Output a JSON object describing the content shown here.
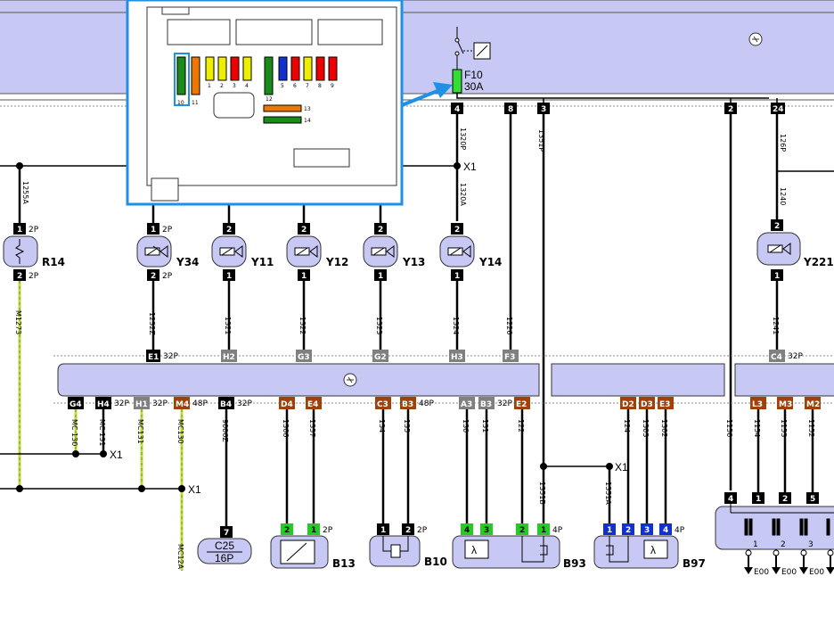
{
  "fuse": {
    "name": "F10",
    "rating": "30A"
  },
  "inset": {
    "fuse_numbers": [
      "10",
      "11",
      "1",
      "2",
      "3",
      "4",
      "12",
      "5",
      "6",
      "7",
      "8",
      "9"
    ],
    "relay_numbers": [
      "13",
      "14"
    ]
  },
  "top_pins": [
    "4",
    "8",
    "3",
    "2",
    "24"
  ],
  "wires_top": {
    "w1320p": "1320P",
    "w1320a": "1320A",
    "w1351p": "1351P",
    "w126p": "126P",
    "w1240": "1240",
    "w1255a": "1255A"
  },
  "splices": {
    "x1": "X1"
  },
  "components": {
    "r14": {
      "name": "R14",
      "pin_top": "1",
      "pin_bottom": "2",
      "conn": "2P"
    },
    "y34": {
      "name": "Y34",
      "pin_top": "1",
      "pin_bottom": "2",
      "conn": "2P"
    },
    "y11": {
      "name": "Y11",
      "pin_top": "2",
      "pin_bottom": "1"
    },
    "y12": {
      "name": "Y12",
      "pin_top": "2",
      "pin_bottom": "1"
    },
    "y13": {
      "name": "Y13",
      "pin_top": "2",
      "pin_bottom": "1"
    },
    "y14": {
      "name": "Y14",
      "pin_top": "2",
      "pin_bottom": "1"
    },
    "y221": {
      "name": "Y221",
      "pin_top": "2",
      "pin_bottom": "1"
    }
  },
  "mid_wires": {
    "m1273": "M1273",
    "w1232z": "1232Z",
    "w1321": "1321",
    "w1322": "1322",
    "w1323": "1323",
    "w1324": "1324",
    "w1226": "1226",
    "w1241": "1241"
  },
  "ecu_upper_pins": [
    {
      "pin": "E1",
      "color": "#000000",
      "conn": "32P"
    },
    {
      "pin": "H2",
      "color": "#808080"
    },
    {
      "pin": "G3",
      "color": "#808080"
    },
    {
      "pin": "G2",
      "color": "#808080"
    },
    {
      "pin": "H3",
      "color": "#808080"
    },
    {
      "pin": "F3",
      "color": "#808080"
    },
    {
      "pin": "C4",
      "color": "#808080",
      "conn": "32P"
    }
  ],
  "ecu_lower_pins": [
    {
      "pin": "G4",
      "color": "#000000"
    },
    {
      "pin": "H4",
      "color": "#000000",
      "conn": "32P"
    },
    {
      "pin": "H1",
      "color": "#808080",
      "conn": "32P"
    },
    {
      "pin": "M4",
      "color": "#a0400a",
      "conn": "48P"
    },
    {
      "pin": "B4",
      "color": "#000000",
      "conn": "32P"
    },
    {
      "pin": "D4",
      "color": "#a0400a"
    },
    {
      "pin": "E4",
      "color": "#a0400a"
    },
    {
      "pin": "C3",
      "color": "#a0400a"
    },
    {
      "pin": "B3",
      "color": "#a0400a",
      "conn": "48P"
    },
    {
      "pin": "A3",
      "color": "#808080"
    },
    {
      "pin": "B3",
      "color": "#808080",
      "conn": "32P"
    },
    {
      "pin": "E2",
      "color": "#a0400a"
    },
    {
      "pin": "D2",
      "color": "#a0400a"
    },
    {
      "pin": "D3",
      "color": "#a0400a"
    },
    {
      "pin": "E3",
      "color": "#a0400a"
    },
    {
      "pin": "L3",
      "color": "#a0400a"
    },
    {
      "pin": "M3",
      "color": "#a0400a"
    },
    {
      "pin": "M2",
      "color": "#a0400a"
    }
  ],
  "lower_wires": [
    "MC 130",
    "MC 131",
    "MC131",
    "MC130",
    "9006Z",
    "1366",
    "1357",
    "134",
    "135",
    "130",
    "131",
    "122",
    "124",
    "1303",
    "1302",
    "1150",
    "1154",
    "1153",
    "1152"
  ],
  "lower_wires2": {
    "w1351b": "1351B",
    "w1351a": "1351A",
    "mc12a": "MC12A"
  },
  "sensors": {
    "c25": {
      "name": "C25",
      "conn": "16P",
      "pin": "7"
    },
    "b13": {
      "name": "B13",
      "pins": [
        "2",
        "1"
      ],
      "conn": "2P"
    },
    "b10": {
      "name": "B10",
      "pins": [
        "1",
        "2"
      ],
      "conn": "2P"
    },
    "b93": {
      "name": "B93",
      "pins": [
        "4",
        "3",
        "2",
        "1"
      ],
      "conn": "4P"
    },
    "b97": {
      "name": "B97",
      "pins": [
        "1",
        "2",
        "3",
        "4"
      ],
      "conn": "4P"
    }
  },
  "lambda_symbol": "λ",
  "bottom_right_pins": [
    "4",
    "1",
    "2",
    "5"
  ],
  "ground": "E00",
  "ground_nums": [
    "1",
    "2",
    "3"
  ],
  "colors": {
    "panel": "#c8c8f4",
    "blue_frame": "#1e90e6",
    "pin_black": "#000000",
    "pin_grey": "#808080",
    "pin_brown": "#a0400a",
    "pin_green": "#22cc22",
    "pin_blue": "#1030d0",
    "wire_yellow_green": "#c8d838"
  }
}
